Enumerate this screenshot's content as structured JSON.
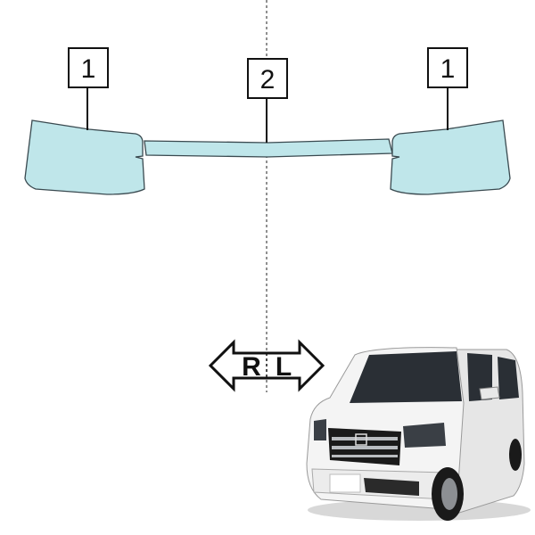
{
  "colors": {
    "film_fill": "#bfe6ea",
    "film_stroke": "#3a4a50",
    "line": "#111111",
    "center_line": "#555555",
    "car_body": "#f2f2f2",
    "car_glass": "#2a2f35",
    "car_dark": "#1a1a1a",
    "car_chrome": "#b9bcc0"
  },
  "callouts": {
    "left_part": "1",
    "center_part": "2",
    "right_part": "1"
  },
  "direction": {
    "right_letter": "R",
    "left_letter": "L"
  },
  "icons": {
    "direction": "double-arrow-icon",
    "vehicle": "car-photo-icon"
  }
}
